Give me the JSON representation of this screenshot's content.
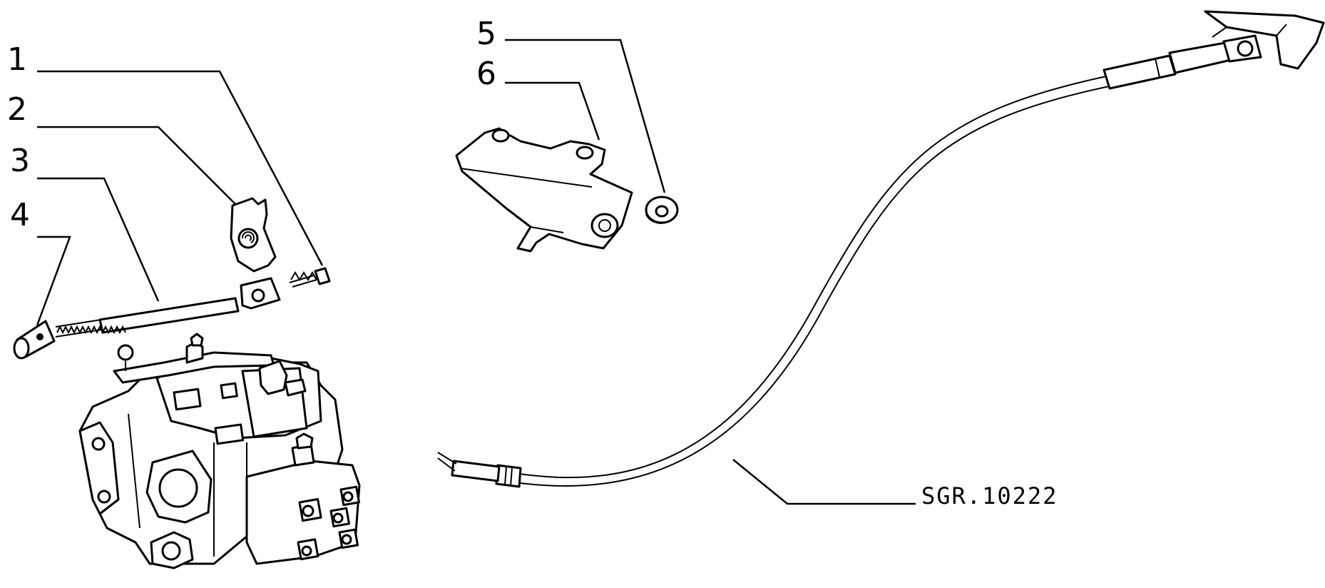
{
  "callouts": [
    {
      "id": 1,
      "label": "1"
    },
    {
      "id": 2,
      "label": "2"
    },
    {
      "id": 3,
      "label": "3"
    },
    {
      "id": 4,
      "label": "4"
    },
    {
      "id": 5,
      "label": "5"
    },
    {
      "id": 6,
      "label": "6"
    }
  ],
  "reference_code": "SGR.10222"
}
